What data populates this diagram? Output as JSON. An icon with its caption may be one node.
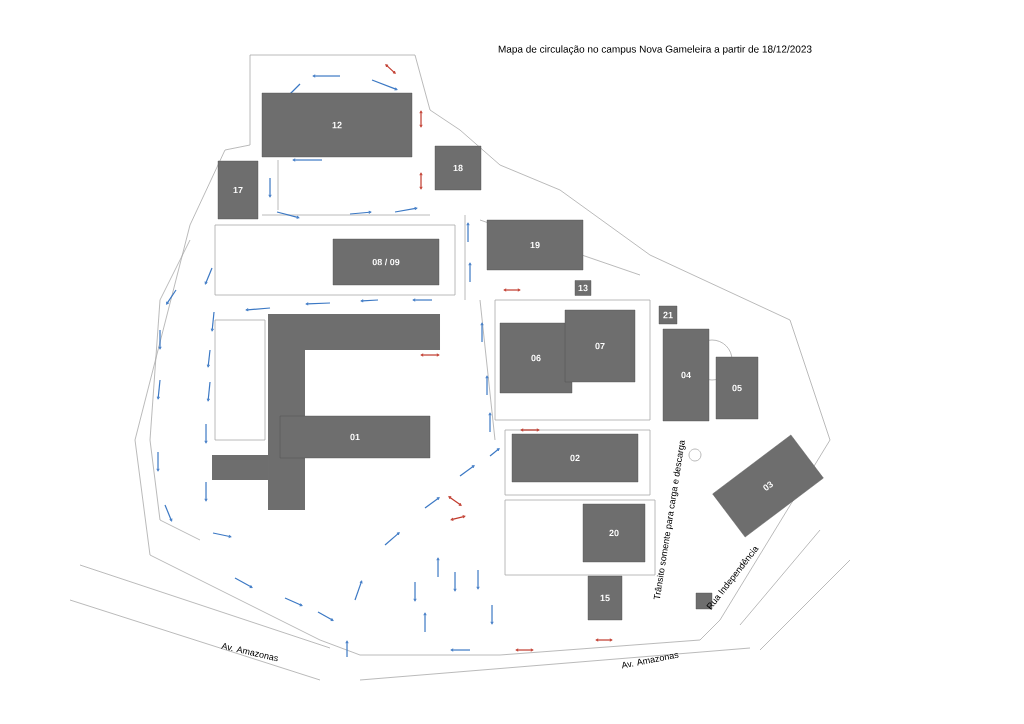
{
  "diagram": {
    "title": "Mapa de circulação no campus Nova Gameleira a partir de 18/12/2023",
    "nodes": [
      {
        "text": [
          "12"
        ]
      },
      {
        "text": [
          "18"
        ]
      },
      {
        "text": [
          "17"
        ]
      },
      {
        "text": [
          "19"
        ]
      },
      {
        "text": [
          "08 / 09"
        ]
      },
      {
        "text": [
          "13"
        ]
      },
      {
        "text": [
          "21"
        ]
      },
      {
        "text": [
          "06"
        ]
      },
      {
        "text": [
          "07"
        ]
      },
      {
        "text": [
          "04"
        ]
      },
      {
        "text": [
          "05"
        ]
      },
      {
        "text": [
          "01"
        ]
      },
      {
        "text": [
          "02"
        ]
      },
      {
        "text": [
          "03"
        ]
      },
      {
        "text": [
          "20"
        ]
      },
      {
        "text": [
          "15"
        ]
      },
      {
        "text": [],
        "shape": "box"
      }
    ],
    "labels": [
      "Av. Amazonas",
      "Av. Amazonas",
      "Trânsito somente para carga e descarga",
      "Rua Independência"
    ]
  }
}
